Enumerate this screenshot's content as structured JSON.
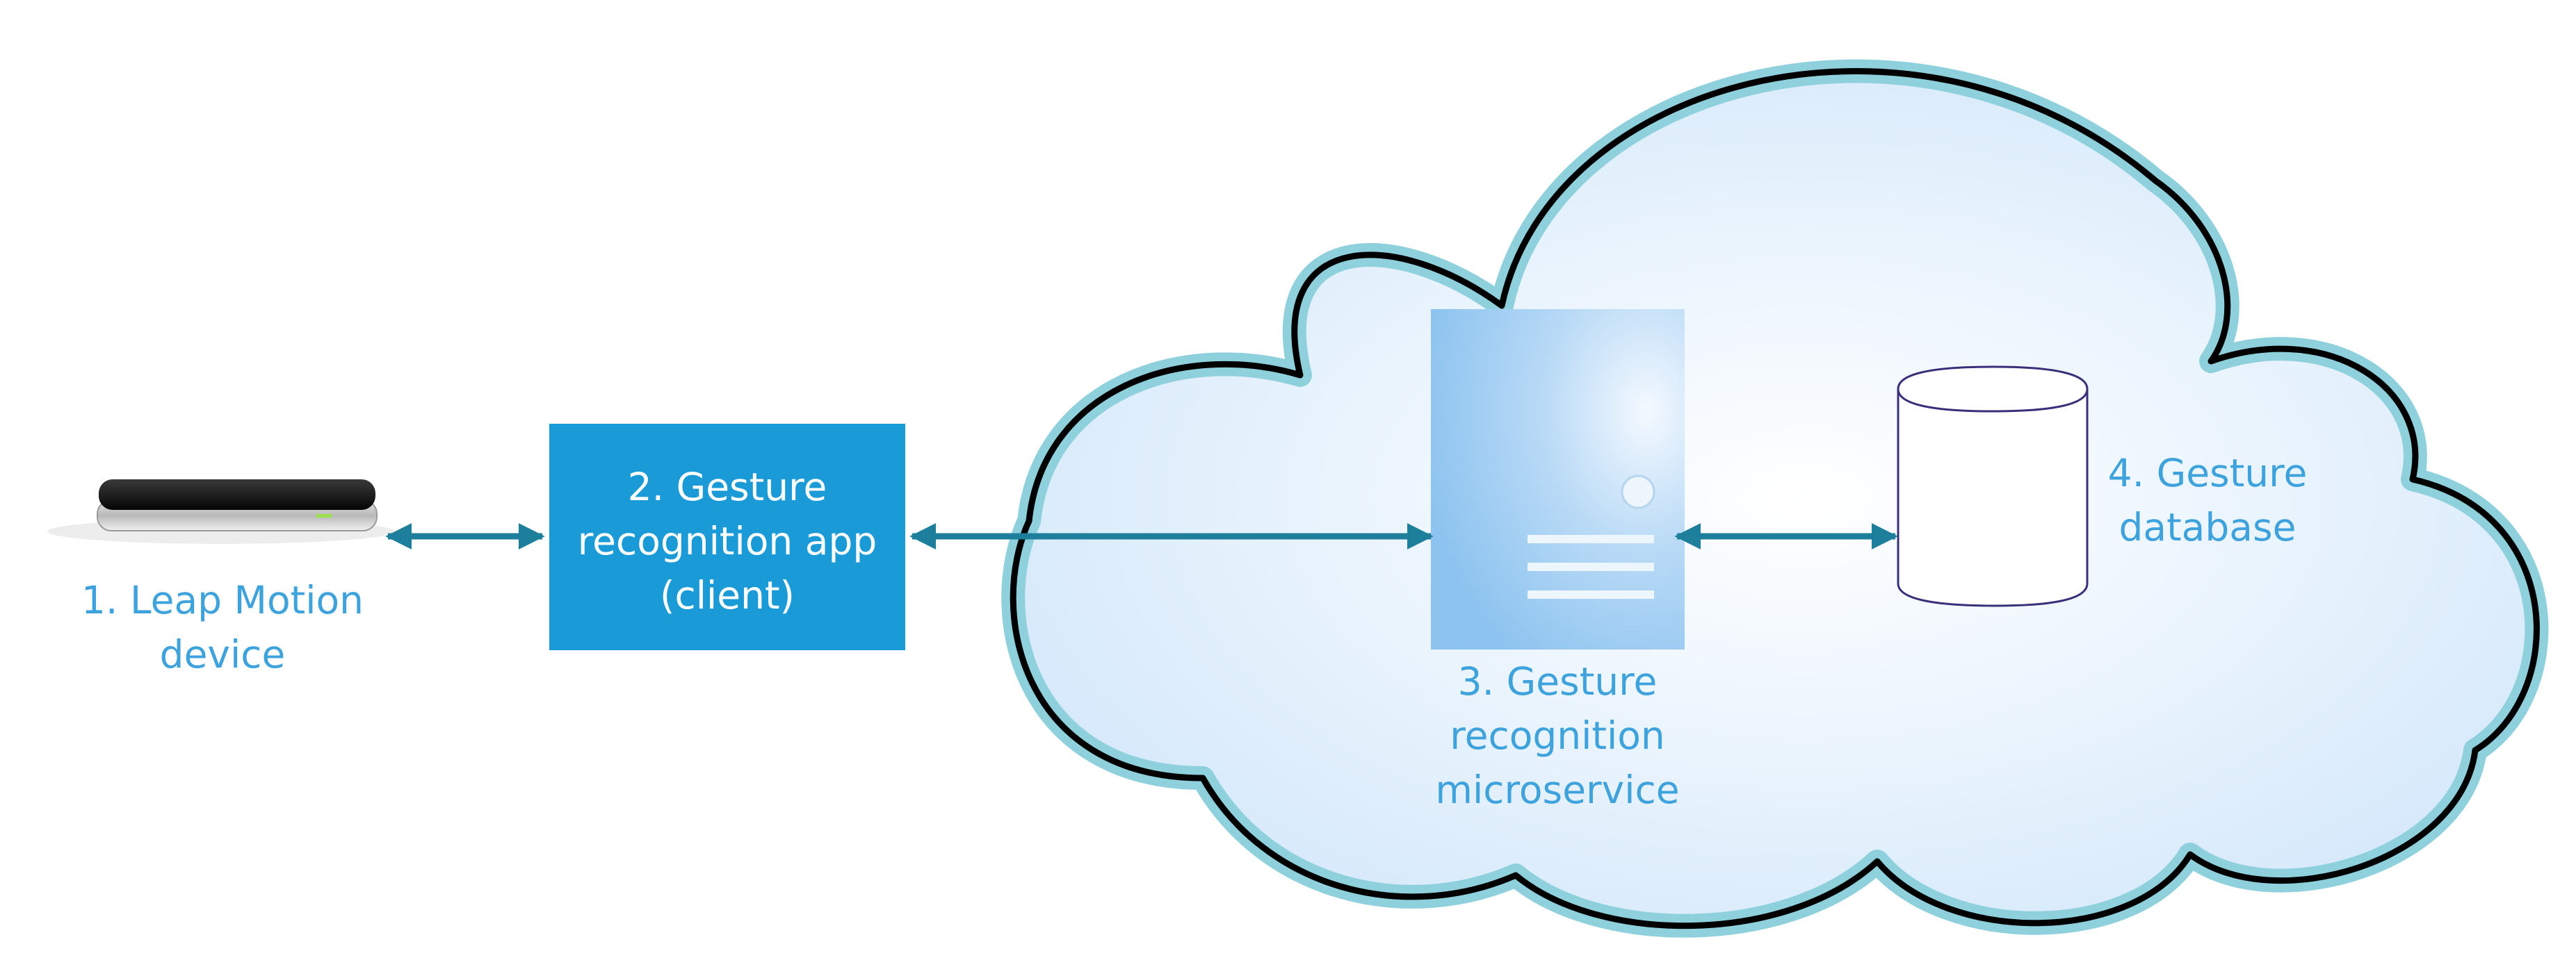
{
  "nodes": {
    "leap_device": {
      "label_lines": [
        "1. Leap Motion",
        "device"
      ]
    },
    "client_app": {
      "label_lines": [
        "2. Gesture",
        "recognition app",
        "(client)"
      ]
    },
    "microservice": {
      "label_lines": [
        "3. Gesture",
        "recognition",
        "microservice"
      ]
    },
    "database": {
      "label_lines": [
        "4. Gesture",
        "database"
      ]
    }
  },
  "edges": [
    {
      "from": "leap_device",
      "to": "client_app",
      "direction": "bidirectional"
    },
    {
      "from": "client_app",
      "to": "microservice",
      "direction": "bidirectional"
    },
    {
      "from": "microservice",
      "to": "database",
      "direction": "bidirectional"
    }
  ],
  "colors": {
    "label_blue": "#3ea3dc",
    "app_box_fill": "#1a9ad6",
    "arrow": "#1d7f9b",
    "cloud_outline": "#000000",
    "cloud_halo": "#8fd0dd",
    "cloud_fill": "#e4f1fd"
  }
}
